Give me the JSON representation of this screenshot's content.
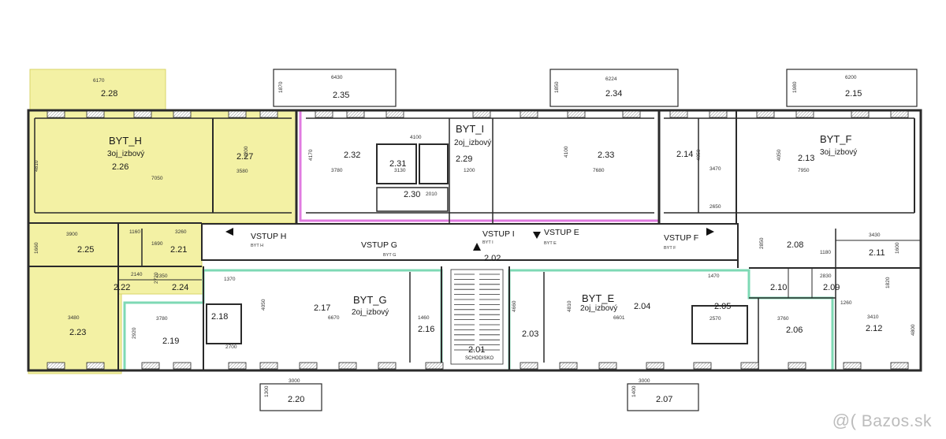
{
  "colors": {
    "byt_h_fill": "#f3f1a4",
    "byt_h_edge": "#d9d56a",
    "byt_i_outline": "#e07be0",
    "byt_e_g_outline": "#7ed9b4",
    "wall": "#2a2a2a"
  },
  "units": [
    {
      "id": "H",
      "name": "BYT_H",
      "type": "3oj_izbový"
    },
    {
      "id": "I",
      "name": "BYT_I",
      "type": "2oj_izbový"
    },
    {
      "id": "F",
      "name": "BYT_F",
      "type": "3oj_izbový"
    },
    {
      "id": "G",
      "name": "BYT_G",
      "type": "2oj_izbový"
    },
    {
      "id": "E",
      "name": "BYT_E",
      "type": "2oj_izbový"
    }
  ],
  "rooms": [
    "2.28",
    "2.26",
    "2.27",
    "2.25",
    "2.21",
    "2.22",
    "2.24",
    "2.23",
    "2.35",
    "2.32",
    "2.31",
    "2.29",
    "2.30",
    "2.33",
    "2.34",
    "2.14",
    "2.13",
    "2.15",
    "2.08",
    "2.11",
    "2.10",
    "2.09",
    "2.12",
    "2.06",
    "2.05",
    "2.04",
    "2.03",
    "2.07",
    "2.02",
    "2.01",
    "2.16",
    "2.17",
    "2.18",
    "2.19",
    "2.20"
  ],
  "entrances": [
    {
      "label": "VSTUP H",
      "sub": "BYT H"
    },
    {
      "label": "VSTUP G",
      "sub": "BYT G"
    },
    {
      "label": "VSTUP I",
      "sub": "BYT I"
    },
    {
      "label": "VSTUP E",
      "sub": "BYT E"
    },
    {
      "label": "VSTUP F",
      "sub": "BYT F"
    }
  ],
  "stairs_label": "SCHODISKO",
  "dimensions": [
    "6170",
    "4810",
    "7050",
    "3580",
    "3900",
    "3260",
    "2350",
    "1660",
    "1160",
    "1690",
    "3480",
    "2720",
    "2140",
    "3780",
    "2920",
    "1370",
    "2700",
    "6670",
    "1460",
    "4050",
    "4200",
    "4100",
    "3000",
    "6430",
    "1870",
    "3780",
    "3130",
    "1200",
    "7680",
    "4170",
    "4100",
    "6224",
    "1850",
    "3470",
    "4050",
    "7950",
    "4050",
    "6200",
    "1980",
    "3430",
    "2850",
    "1180",
    "1600",
    "2830",
    "1260",
    "3410",
    "4800",
    "1820",
    "3760",
    "2570",
    "1470",
    "4810",
    "6601",
    "4660",
    "3000",
    "1300",
    "1400",
    "2010",
    "2650"
  ],
  "watermark": "Bazos.sk"
}
